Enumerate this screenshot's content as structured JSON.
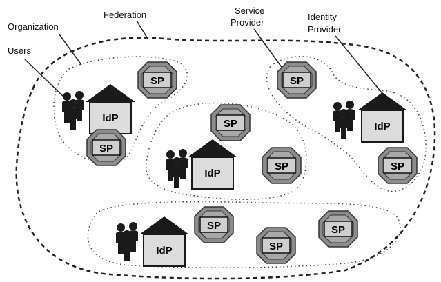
{
  "labels": {
    "federation": "Federation",
    "organization": "Organization",
    "users": "Users",
    "service_provider": [
      "Service",
      "Provider"
    ],
    "identity_provider": [
      "Identity",
      "Provider"
    ]
  },
  "node_labels": {
    "idp": "IdP",
    "sp": "SP"
  },
  "organizations": [
    {
      "name": "org-top-left",
      "idp_count": 1,
      "sp_count": 2,
      "user_count": 3
    },
    {
      "name": "org-center",
      "idp_count": 1,
      "sp_count": 2,
      "user_count": 3
    },
    {
      "name": "org-right",
      "idp_count": 1,
      "sp_count": 2,
      "user_count": 3
    },
    {
      "name": "org-bottom",
      "idp_count": 1,
      "sp_count": 3,
      "user_count": 3
    }
  ],
  "colors": {
    "box_fill": "#dcdcdc",
    "roof_fill": "#1a1a1a",
    "sp_outer": "#8c8c8c",
    "sp_inner": "#bdbdbd",
    "person": "#1a1a1a",
    "line": "#222222"
  }
}
